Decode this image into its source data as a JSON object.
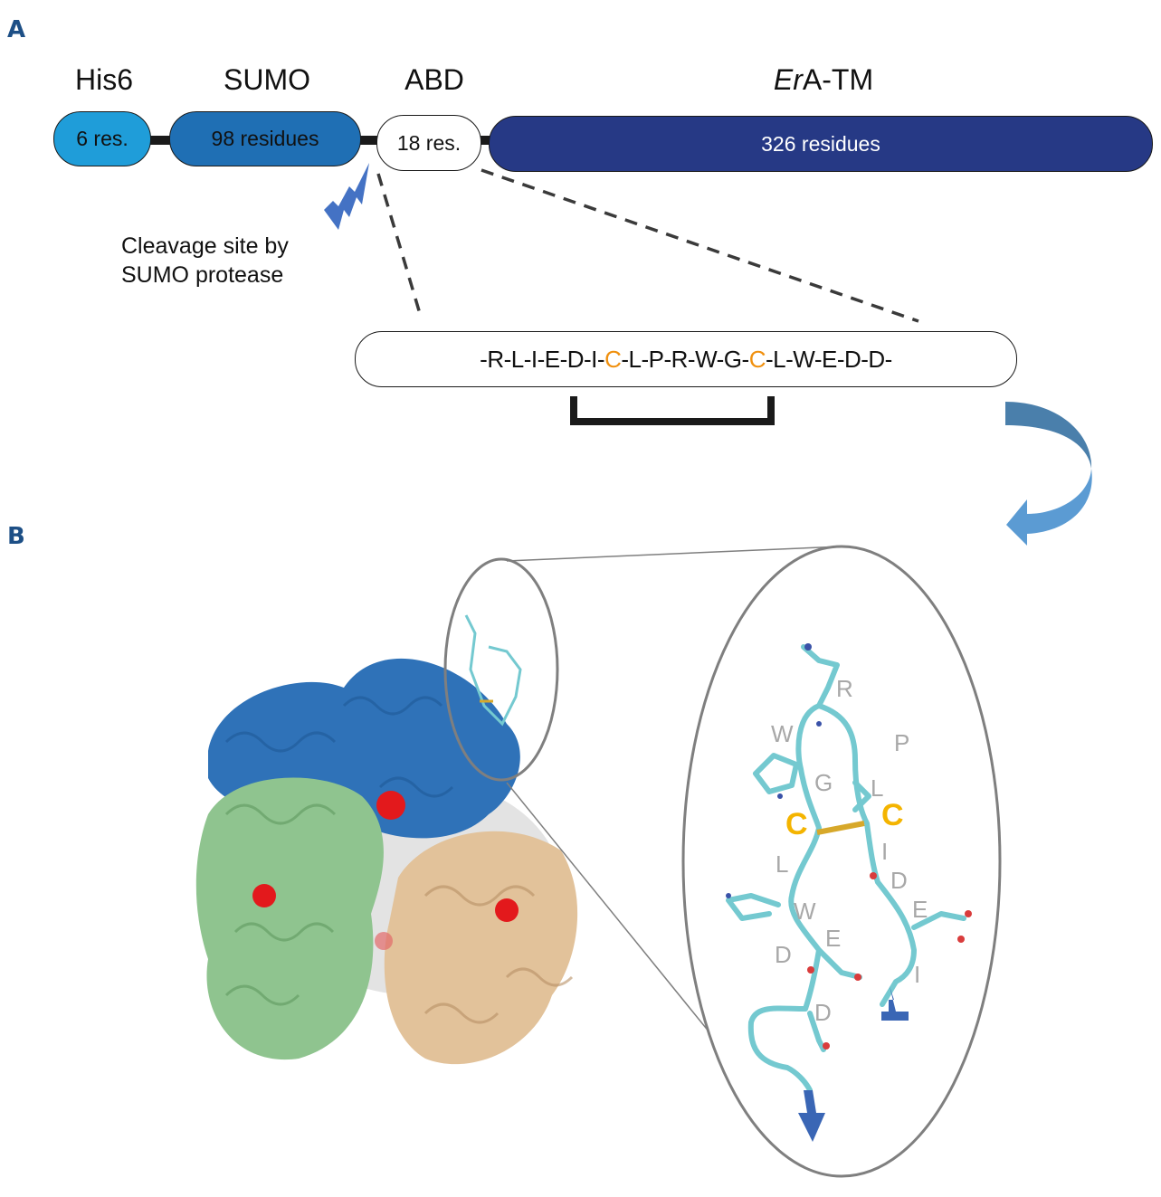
{
  "panel_a": {
    "label": "A",
    "domains": [
      {
        "title": "His6",
        "inner": "6 res.",
        "color": "#1f9dd9",
        "text_color": "#111111"
      },
      {
        "title": "SUMO",
        "inner": "98 residues",
        "color": "#1f6fb4",
        "text_color": "#111111"
      },
      {
        "title": "ABD",
        "inner": "18 res.",
        "color": "#ffffff",
        "text_color": "#111111"
      },
      {
        "title_italic": "Er",
        "title_rest": "A-TM",
        "inner": "326 residues",
        "color": "#263985",
        "text_color": "#ffffff"
      }
    ],
    "cleavage_text_line1": "Cleavage site by",
    "cleavage_text_line2": "SUMO protease",
    "sequence": {
      "parts": [
        "-R-L-I-E-D-I-",
        "C",
        "-L-P-R-W-G-",
        "C",
        "-L-W-E-D-D-"
      ],
      "cysteine_color": "#f0900e"
    },
    "disulfide_bracket": "C-C bridge"
  },
  "panel_b": {
    "label": "B",
    "structure_colors": {
      "chain_blue": "#2f72b8",
      "chain_green": "#8fc48f",
      "chain_tan": "#e2c29a",
      "chain_grey": "#d8d8d8",
      "ligand": "#e3191c",
      "peptide": "#74c9d0"
    },
    "zoom_labels": {
      "R": "R",
      "P": "P",
      "W_top": "W",
      "G": "G",
      "L_top": "L",
      "C_left": "C",
      "C_right": "C",
      "I_top": "I",
      "L_mid": "L",
      "D_right": "D",
      "W_mid": "W",
      "E_right": "E",
      "E_mid": "E",
      "D_left": "D",
      "I_bottom": "I",
      "D_bottom": "D"
    }
  }
}
